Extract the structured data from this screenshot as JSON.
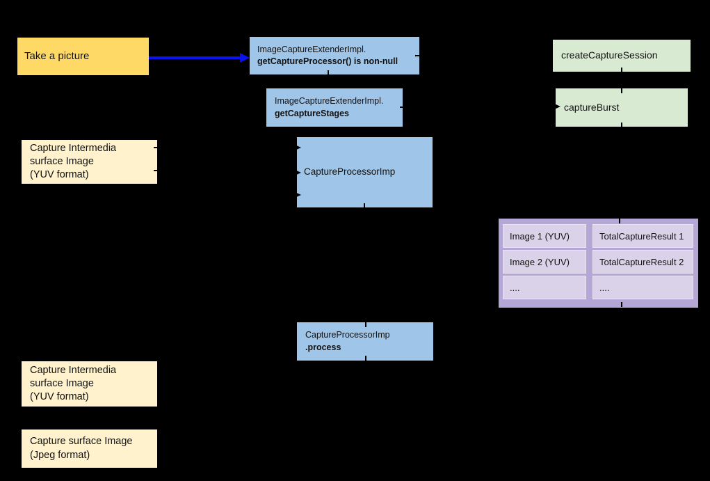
{
  "palette": {
    "background": "#000000",
    "gold": "#ffd966",
    "cream": "#fff2cc",
    "blue": "#9fc5e8",
    "green": "#d9ead3",
    "purple_table": "#b4a7d6",
    "purple_cell": "#d9d2e9",
    "arrow_blue": "#0a12f2",
    "text": "#111111"
  },
  "nodes": {
    "take_picture": {
      "label": "Take a picture"
    },
    "get_capture_processor": {
      "line1": "ImageCaptureExtenderImpl.",
      "line2": "getCaptureProcessor() is non-null"
    },
    "get_capture_stages": {
      "line1": "ImageCaptureExtenderImpl.",
      "line2": "getCaptureStages"
    },
    "capture_intermedia_top": {
      "line1": "Capture Intermedia",
      "line2": "surface Image",
      "line3": "(YUV format)"
    },
    "capture_processor_imp": {
      "label": "CaptureProcessorImp"
    },
    "create_capture_session": {
      "label": "createCaptureSession"
    },
    "capture_burst": {
      "label": "captureBurst"
    },
    "capture_processor_process": {
      "line1": "CaptureProcessorImp",
      "line2": ".process"
    },
    "capture_intermedia_bottom": {
      "line1": "Capture Intermedia",
      "line2": "surface Image",
      "line3": "(YUV format)"
    },
    "capture_surface_jpeg": {
      "line1": "Capture surface Image",
      "line2": "(Jpeg format)"
    }
  },
  "results_table": {
    "rows": [
      {
        "image": "Image 1 (YUV)",
        "result": "TotalCaptureResult 1"
      },
      {
        "image": "Image 2 (YUV)",
        "result": "TotalCaptureResult 2"
      },
      {
        "image": "....",
        "result": "...."
      }
    ]
  }
}
